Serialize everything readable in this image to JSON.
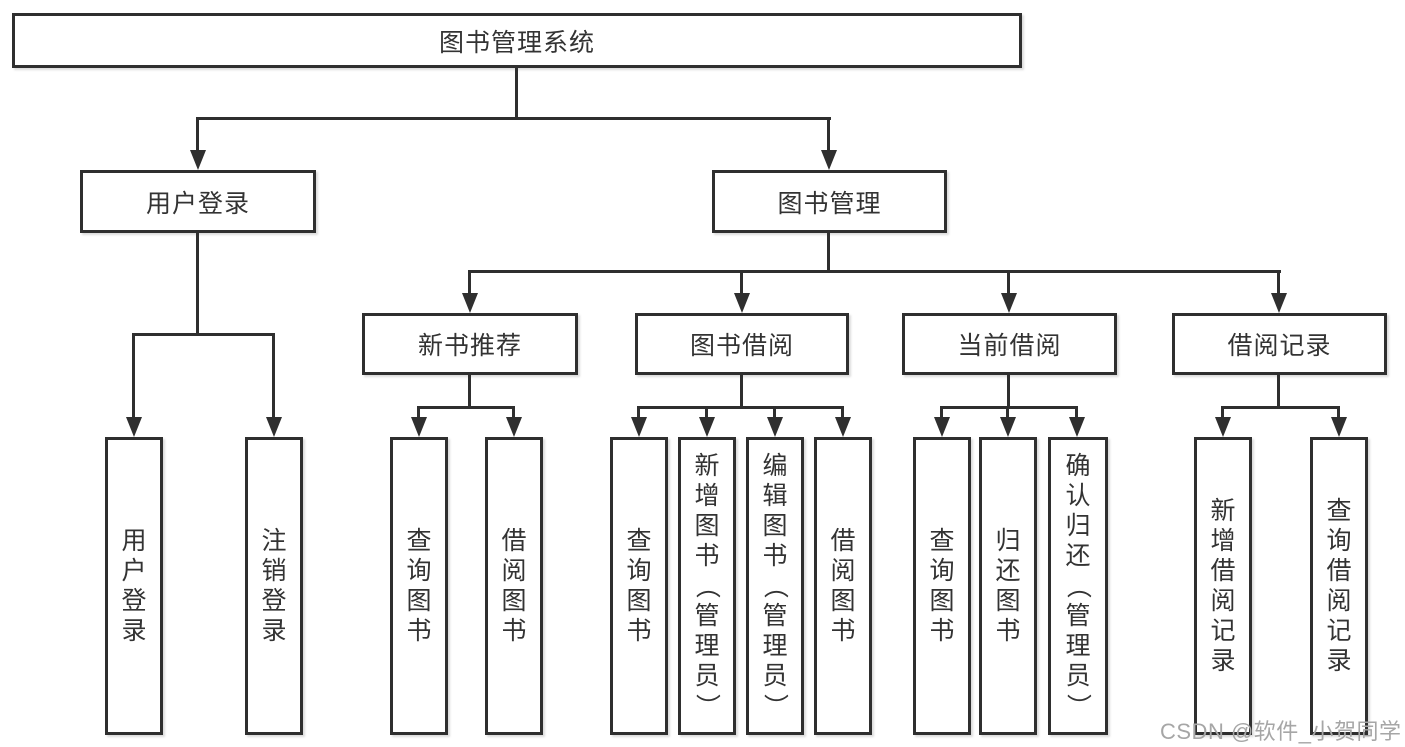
{
  "diagram": {
    "root": {
      "label": "图书管理系统"
    },
    "branches": [
      {
        "label": "用户登录",
        "leaves": [
          "用户登录",
          "注销登录"
        ]
      },
      {
        "label": "图书管理",
        "sections": [
          {
            "label": "新书推荐",
            "leaves": [
              "查询图书",
              "借阅图书"
            ]
          },
          {
            "label": "图书借阅",
            "leaves": [
              "查询图书",
              "新增图书（管理员）",
              "编辑图书（管理员）",
              "借阅图书"
            ]
          },
          {
            "label": "当前借阅",
            "leaves": [
              "查询图书",
              "归还图书",
              "确认归还（管理员）"
            ]
          },
          {
            "label": "借阅记录",
            "leaves": [
              "新增借阅记录",
              "查询借阅记录"
            ]
          }
        ]
      }
    ]
  },
  "watermark": "CSDN @软件_小贺同学",
  "colors": {
    "line": "#2f2f2f",
    "text": "#333333",
    "box_fill": "#ffffff",
    "background": "#ffffff",
    "watermark": "#a6a6a6"
  }
}
